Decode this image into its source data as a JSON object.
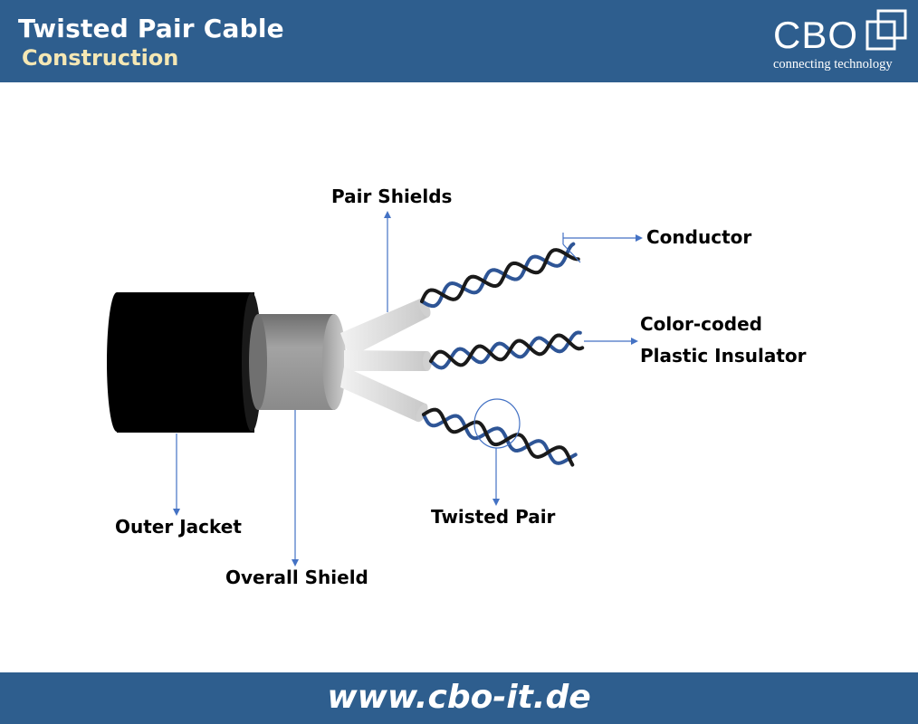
{
  "header": {
    "title": "Twisted Pair Cable",
    "subtitle": "Construction",
    "background_color": "#2e5e8e",
    "subtitle_color": "#f4e7b4"
  },
  "logo": {
    "name": "CBO",
    "tagline": "connecting technology"
  },
  "diagram": {
    "labels": {
      "pair_shields": "Pair Shields",
      "conductor": "Conductor",
      "color_coded": "Color-coded",
      "plastic_insulator": "Plastic Insulator",
      "twisted_pair": "Twisted Pair",
      "outer_jacket": "Outer Jacket",
      "overall_shield": "Overall Shield"
    },
    "colors": {
      "outer_jacket": "#000000",
      "overall_shield": "#8c8c8c",
      "pair_shield": "#d9d9d9",
      "wire_blue": "#2e5596",
      "wire_black": "#1a1a1a",
      "pointer": "#4472c4"
    }
  },
  "footer": {
    "url": "www.cbo-it.de"
  }
}
